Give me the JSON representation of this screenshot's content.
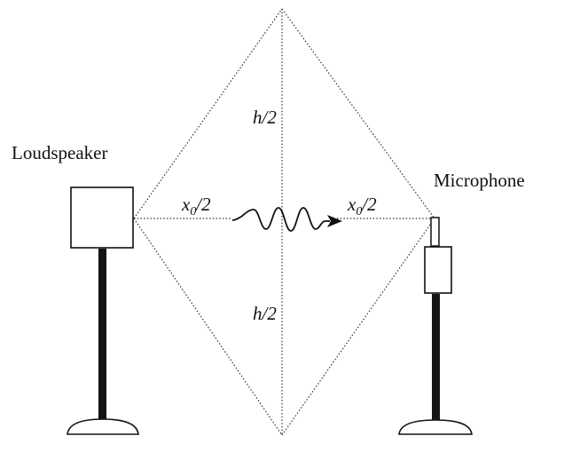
{
  "labels": {
    "loudspeaker": "Loudspeaker",
    "microphone": "Microphone",
    "height_upper": "h/2",
    "height_lower": "h/2",
    "distance_left": {
      "main": "x",
      "sub": "0",
      "rest": "/2"
    },
    "distance_right": {
      "main": "x",
      "sub": "0",
      "rest": "/2"
    }
  },
  "colors": {
    "ink": "#111111",
    "dotted": "#333333",
    "stand": "#141414",
    "background": "#ffffff"
  }
}
